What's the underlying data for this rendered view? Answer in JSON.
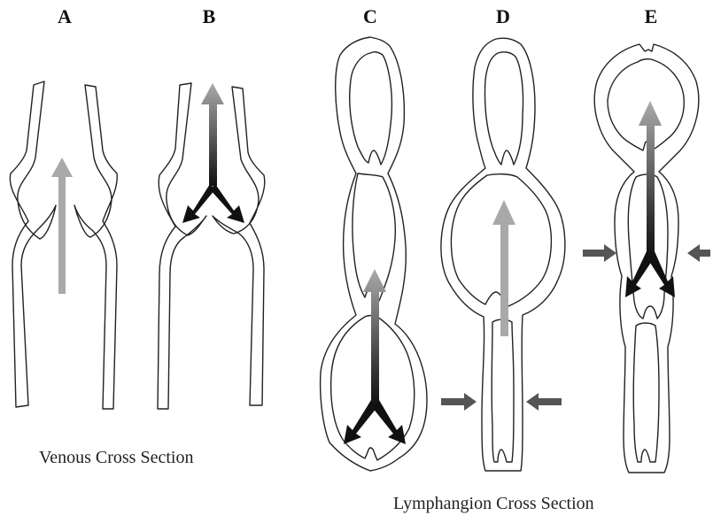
{
  "panels": [
    {
      "label": "A"
    },
    {
      "label": "B"
    },
    {
      "label": "C"
    },
    {
      "label": "D"
    },
    {
      "label": "E"
    }
  ],
  "captions": {
    "venous": "Venous Cross Section",
    "lymphangion": "Lymphangion Cross Section"
  },
  "colors": {
    "wall": "#222222",
    "flow_light": "#a9a9a9",
    "flow_dark": "#111111",
    "compression": "#555555"
  }
}
